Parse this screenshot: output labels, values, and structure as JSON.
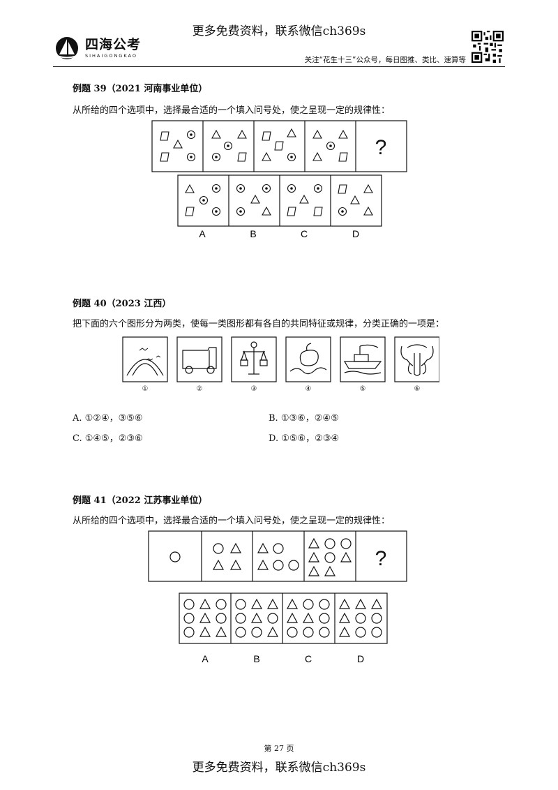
{
  "header": {
    "top_note": "更多免费资料，联系微信ch369s",
    "logo_cn": "四海公考",
    "logo_en": "SIHAIGONGKAO",
    "follow_text": "关注“花生十三”公众号，每日图推、类比、速算等"
  },
  "q39": {
    "title": "例题 39（2021 河南事业单位）",
    "prompt": "从所给的四个选项中，选择最合适的一个填入问号处，使之呈现一定的规律性：",
    "question_mark": "?",
    "options": [
      "A",
      "B",
      "C",
      "D"
    ]
  },
  "q40": {
    "title": "例题 40（2023 江西）",
    "prompt": "把下面的六个图形分为两类，使每一类图形都有各自的共同特征或规律，分类正确的一项是：",
    "figure_labels": [
      "①",
      "②",
      "③",
      "④",
      "⑤",
      "⑥"
    ],
    "answers": {
      "A": "A. ①②④，③⑤⑥",
      "B": "B. ①③⑥，②④⑤",
      "C": "C. ①④⑤，②③⑥",
      "D": "D. ①⑤⑥，②③④"
    }
  },
  "q41": {
    "title": "例题 41（2022 江苏事业单位）",
    "prompt": "从所给的四个选项中，选择最合适的一个填入问号处，使之呈现一定的规律性：",
    "question_mark": "?",
    "options": [
      "A",
      "B",
      "C",
      "D"
    ]
  },
  "footer": {
    "page_number": "第 27 页",
    "bottom_note": "更多免费资料，联系微信ch369s"
  }
}
